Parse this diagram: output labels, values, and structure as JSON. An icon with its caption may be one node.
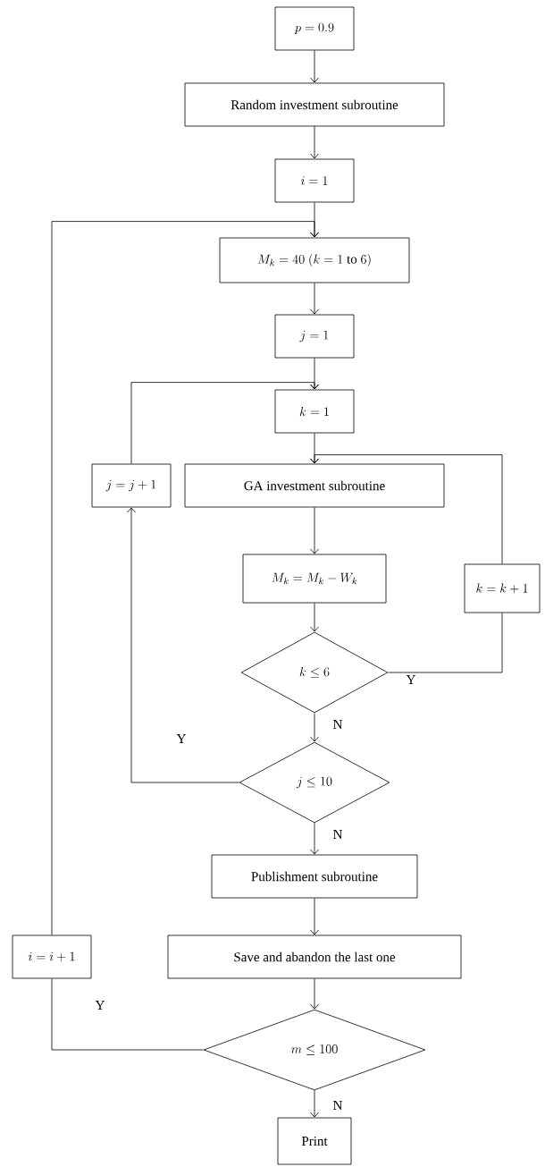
{
  "diagram": {
    "nodes": [
      {
        "text": [
          "p = 0.9"
        ]
      },
      {
        "text": [
          "Random investment subroutine"
        ]
      },
      {
        "text": [
          "i = 1"
        ]
      },
      {
        "text": [
          "M_k = 40\\ (k = 1 \\mbox{ to } 6)"
        ]
      },
      {
        "text": [
          "j = 1"
        ]
      },
      {
        "text": [
          "k = 1"
        ]
      },
      {
        "text": [
          "j = j + 1"
        ]
      },
      {
        "text": [
          "GA investment subroutine"
        ]
      },
      {
        "text": [
          "M_k = M_k - W_k"
        ]
      },
      {
        "text": [
          "k \\leq 6"
        ]
      },
      {
        "text": [
          "k = k + 1"
        ]
      },
      {
        "text": [
          "j \\leq 10"
        ]
      },
      {
        "text": [
          "Publishment subroutine"
        ]
      },
      {
        "text": [
          "i = i + 1"
        ]
      },
      {
        "text": [
          "Save and abandon the last one"
        ]
      },
      {
        "text": [
          "m \\leq 100"
        ]
      },
      {
        "text": [
          "Print"
        ]
      }
    ],
    "edges": [
      {
        "from": 0,
        "to": 1,
        "arrow": "to"
      },
      {
        "from": 1,
        "to": 2,
        "arrow": "to"
      },
      {
        "from": 2,
        "to": 3,
        "arrow": "to"
      },
      {
        "from": 3,
        "to": 4,
        "arrow": "to"
      },
      {
        "from": 4,
        "to": 5,
        "arrow": "to"
      },
      {
        "from": 5,
        "to": 7,
        "arrow": "to"
      },
      {
        "from": 7,
        "to": 8,
        "arrow": "to"
      },
      {
        "from": 8,
        "to": 9,
        "arrow": "to"
      },
      {
        "from": 9,
        "to": 10,
        "label": "Y",
        "arrow": "none"
      },
      {
        "from": 10,
        "to": 7,
        "arrow": "to"
      },
      {
        "from": 9,
        "to": 11,
        "label": "N",
        "arrow": "to"
      },
      {
        "from": 11,
        "to": 6,
        "label": "Y",
        "arrow": "to"
      },
      {
        "from": 6,
        "to": 5,
        "arrow": "to"
      },
      {
        "from": 11,
        "to": 12,
        "label": "N",
        "arrow": "to"
      },
      {
        "from": 12,
        "to": 14,
        "arrow": "to"
      },
      {
        "from": 14,
        "to": 15,
        "arrow": "to"
      },
      {
        "from": 15,
        "to": 16,
        "label": "N",
        "arrow": "to"
      },
      {
        "from": 15,
        "to": 13,
        "label": "Y",
        "arrow": "none"
      },
      {
        "from": 13,
        "to": 3,
        "arrow": "to"
      }
    ]
  }
}
